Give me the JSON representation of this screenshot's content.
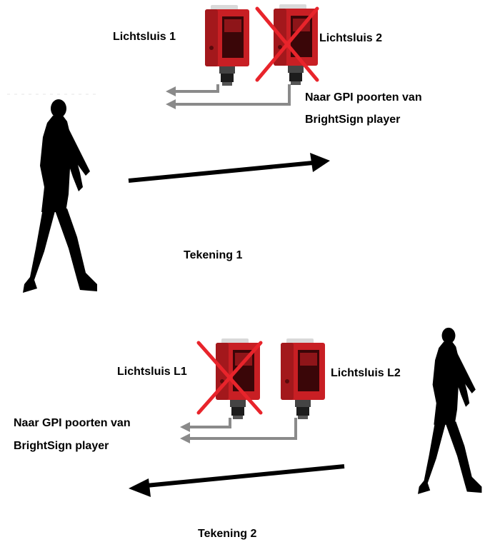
{
  "drawing1": {
    "sensor_1_label": "Lichtsluis 1",
    "sensor_2_label": "Lichtsluis 2",
    "gpi_label_line1": "Naar GPI poorten van",
    "gpi_label_line2": "BrightSign player",
    "caption": "Tekening 1",
    "crossed_sensor": "Lichtsluis 2",
    "walking_direction": "left-to-right"
  },
  "drawing2": {
    "sensor_1_label": "Lichtsluis L1",
    "sensor_2_label": "Lichtsluis L2",
    "gpi_label_line1": "Naar GPI poorten van",
    "gpi_label_line2": "BrightSign player",
    "caption": "Tekening 2",
    "crossed_sensor": "Lichtsluis L1",
    "walking_direction": "right-to-left"
  },
  "colors": {
    "sensor_body": "#c81f24",
    "sensor_dark": "#7a0f12",
    "cross": "#e8242b",
    "cable": "#8a8a8a",
    "arrow": "#000000",
    "silhouette": "#000000"
  },
  "icons": [
    "light-barrier-sensor-icon",
    "walking-person-icon",
    "cross-mark-icon",
    "direction-arrow-icon"
  ]
}
